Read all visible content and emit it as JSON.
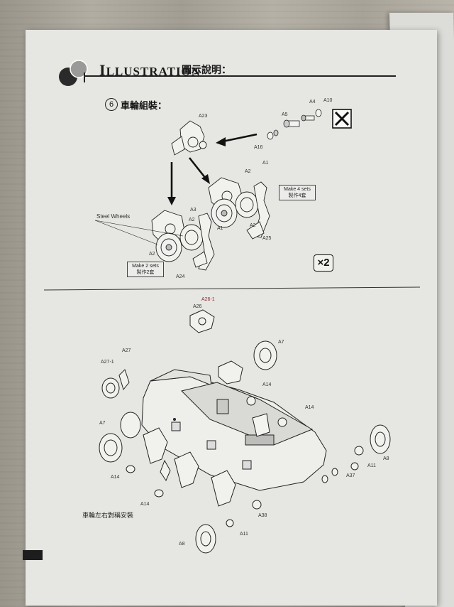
{
  "header": {
    "title_cap": "I",
    "title_rest": "LLUSTRATION",
    "title_cn": "圖示說明："
  },
  "step": {
    "number": "6",
    "title": "車輪組裝："
  },
  "top_labels": {
    "a23": "A23",
    "a5": "A5",
    "a4": "A4",
    "a10": "A10",
    "a16": "A16",
    "a2_r1": "A2",
    "a1_r": "A1",
    "a2_r2": "A2",
    "a25": "A25",
    "a3_l": "A3",
    "a2_l1": "A2",
    "a1_l": "A1",
    "a2_l2": "A2",
    "a24": "A24",
    "steel_wheels": "Steel Wheels"
  },
  "boxes": {
    "make4_en": "Make 4 sets",
    "make4_cn": "製作4套",
    "make2_en": "Make 2 sets",
    "make2_cn": "製作2套"
  },
  "multiplier": "×2",
  "bottom_labels": {
    "a26": "A26",
    "a26_1": "A26-1",
    "a7_top": "A7",
    "a27_1": "A27-1",
    "a27": "A27",
    "a14_1": "A14",
    "a14_2": "A14",
    "a7_left": "A7",
    "a14_3": "A14",
    "a14_4": "A14",
    "a37": "A37",
    "a11_r": "A11",
    "a8_r": "A8",
    "a38": "A38",
    "a11_b": "A11",
    "a8_b": "A8"
  },
  "bottom_note": "車輪左右對稱安裝",
  "icons": {
    "no_cut": "no-cut-tool-icon"
  }
}
